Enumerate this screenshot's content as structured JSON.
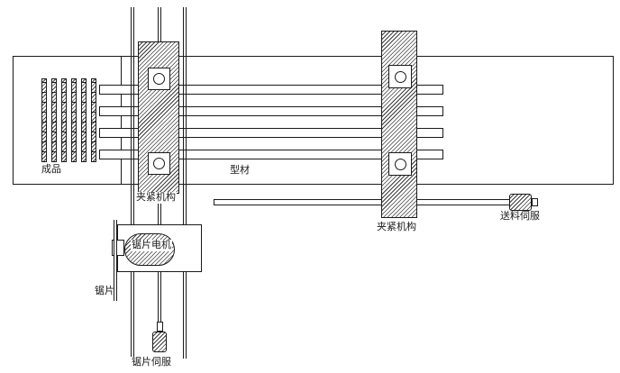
{
  "labels": {
    "finished_product": "成品",
    "clamp_left": "夹紧机构",
    "profile_material": "型材",
    "clamp_right": "夹紧机构",
    "feed_servo": "送料伺服",
    "saw_motor": "锯片电机",
    "saw_blade": "锯片",
    "saw_servo": "锯片伺服"
  },
  "colors": {
    "line": "#1a1a1a",
    "background": "#ffffff"
  }
}
